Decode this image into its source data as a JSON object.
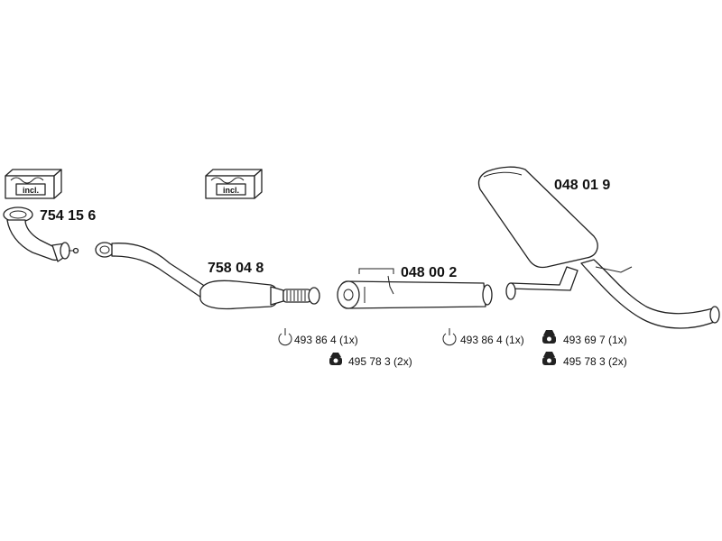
{
  "kits": [
    {
      "label": "incl."
    },
    {
      "label": "incl."
    }
  ],
  "parts": [
    {
      "number": "754 15 6"
    },
    {
      "number": "758 04 8"
    },
    {
      "number": "048 00 2"
    },
    {
      "number": "048 01 9"
    }
  ],
  "accessories": [
    {
      "text": "493 86 4 (1x)",
      "icon": "clamp-icon"
    },
    {
      "text": "495 78 3 (2x)",
      "icon": "rubber-mount-icon"
    },
    {
      "text": "493 86 4 (1x)",
      "icon": "clamp-icon"
    },
    {
      "text": "493 69 7 (1x)",
      "icon": "rubber-mount-icon"
    },
    {
      "text": "495 78 3 (2x)",
      "icon": "rubber-mount-icon"
    }
  ],
  "colors": {
    "line": "#222222",
    "background": "#ffffff"
  }
}
